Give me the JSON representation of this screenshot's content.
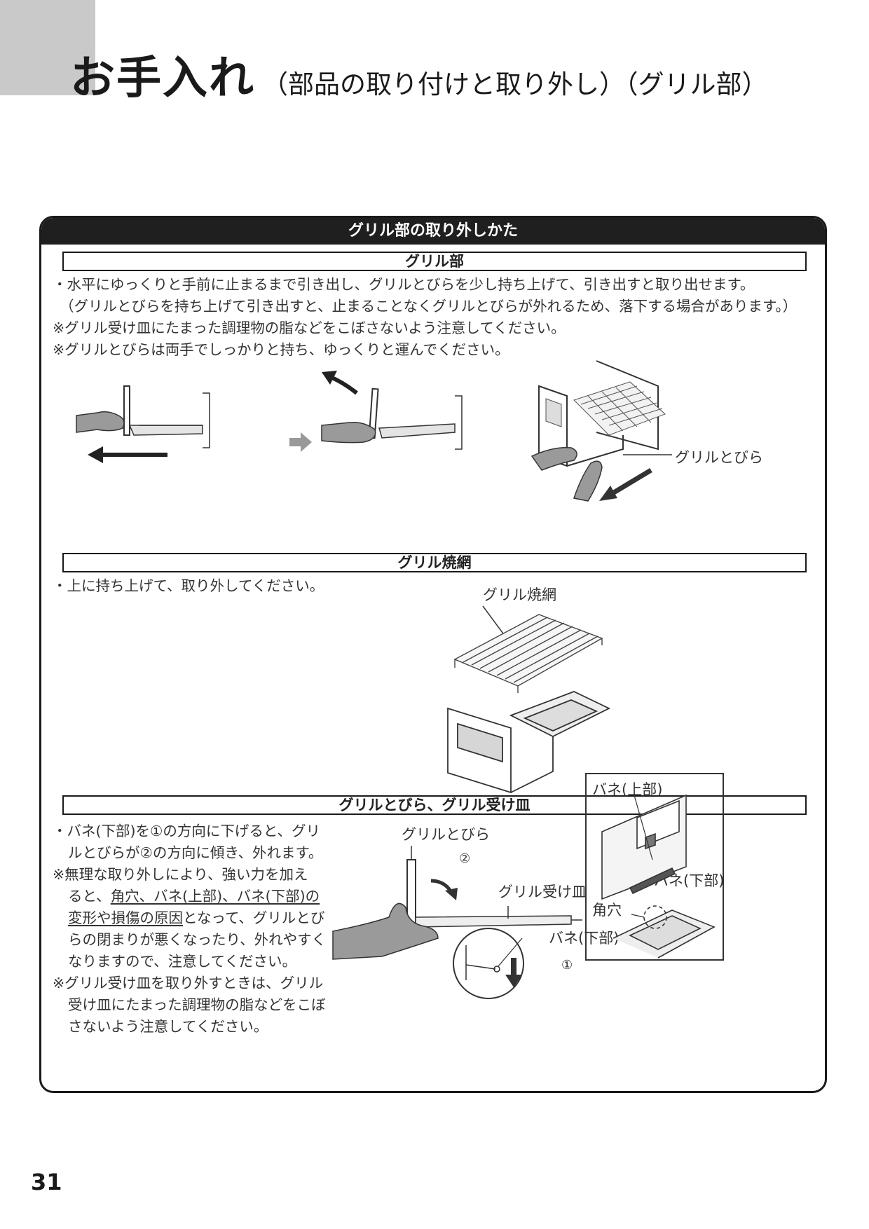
{
  "header": {
    "title_main": "お手入れ",
    "title_sub": "（部品の取り付けと取り外し）（グリル部）"
  },
  "panel": {
    "title": "グリル部の取り外しかた"
  },
  "sections": [
    {
      "heading": "グリル部",
      "lines": [
        "・水平にゆっくりと手前に止まるまで引き出し、グリルとびらを少し持ち上げて、引き出すと取り出せます。",
        "（グリルとびらを持ち上げて引き出すと、止まることなくグリルとびらが外れるため、落下する場合があります。）",
        "※グリル受け皿にたまった調理物の脂などをこぼさないよう注意してください。",
        "※グリルとびらは両手でしっかりと持ち、ゆっくりと運んでください。"
      ],
      "figure_labels": {
        "door": "グリルとびら"
      }
    },
    {
      "heading": "グリル焼網",
      "lines": [
        "・上に持ち上げて、取り外してください。"
      ],
      "figure_labels": {
        "grill_net": "グリル焼網"
      }
    },
    {
      "heading": "グリルとびら、グリル受け皿",
      "lines": [
        "・バネ(下部)を①の方向に下げると、グリ",
        "ルとびらが②の方向に傾き、外れます。",
        "※無理な取り外しにより、強い力を加え",
        "ると、",
        "角穴、バネ(上部)、バネ(下部)の",
        "変形や損傷の原因",
        "となって、グリルとび",
        "らの閉まりが悪くなったり、外れやすく",
        "なりますので、注意してください。",
        "※グリル受け皿を取り外すときは、グリル",
        "受け皿にたまった調理物の脂などをこぼ",
        "さないよう注意してください。"
      ],
      "figure_labels": {
        "door": "グリルとびら",
        "tray": "グリル受け皿",
        "spring_lower": "バネ(下部)",
        "spring_upper": "バネ(上部)",
        "square_hole": "角穴",
        "step1": "①",
        "step2": "②"
      }
    }
  ],
  "page_number": "31"
}
